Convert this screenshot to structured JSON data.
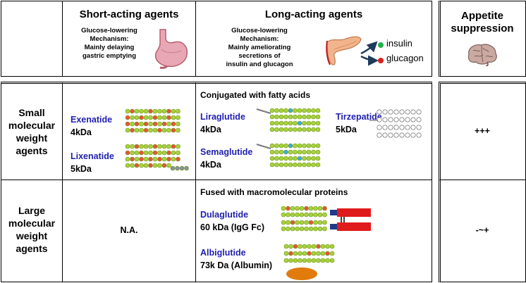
{
  "headers": {
    "short": "Short-acting agents",
    "long": "Long-acting agents",
    "appetite_line1": "Appetite",
    "appetite_line2": "suppression"
  },
  "short_mechanism": [
    "Glucose-lowering",
    "Mechanism:",
    "Mainly delaying",
    "gastric emptying"
  ],
  "long_mechanism": [
    "Glucose-lowering",
    "Mechanism:",
    "Mainly ameliorating",
    "secretions of",
    "insulin and glucagon"
  ],
  "legend": {
    "insulin": "insulin",
    "glucagon": "glucagon",
    "insulin_color": "#22b04b",
    "glucagon_color": "#e02020"
  },
  "rows": {
    "small": {
      "label": [
        "Small",
        "molecular",
        "weight",
        "agents"
      ],
      "short_drugs": [
        {
          "name": "Exenatide",
          "weight": "4kDa"
        },
        {
          "name": "Lixenatide",
          "weight": "5kDa"
        }
      ],
      "long_subtitle": "Conjugated with fatty acids",
      "long_drugs": [
        {
          "name": "Liraglutide",
          "weight": "4kDa"
        },
        {
          "name": "Tirzepatide",
          "weight": "5kDa"
        },
        {
          "name": "Semaglutide",
          "weight": "4kDa"
        }
      ],
      "appetite": "+++"
    },
    "large": {
      "label": [
        "Large",
        "molecular",
        "weight",
        "agents"
      ],
      "short_value": "N.A.",
      "long_subtitle": "Fused with macromolecular proteins",
      "long_drugs": [
        {
          "name": "Dulaglutide",
          "weight": "60 kDa (IgG Fc)"
        },
        {
          "name": "Albiglutide",
          "weight": "73k Da (Albumin)"
        }
      ],
      "appetite": "-~+"
    }
  },
  "colors": {
    "residue": "#a8d13c",
    "residue_stroke": "#6f9a1e",
    "highlight": "#e8533a",
    "special": "#3fa9e0",
    "fc": "#e01b1b",
    "albumin": "#e07b0c",
    "drug_name": "#1f1fb0"
  }
}
